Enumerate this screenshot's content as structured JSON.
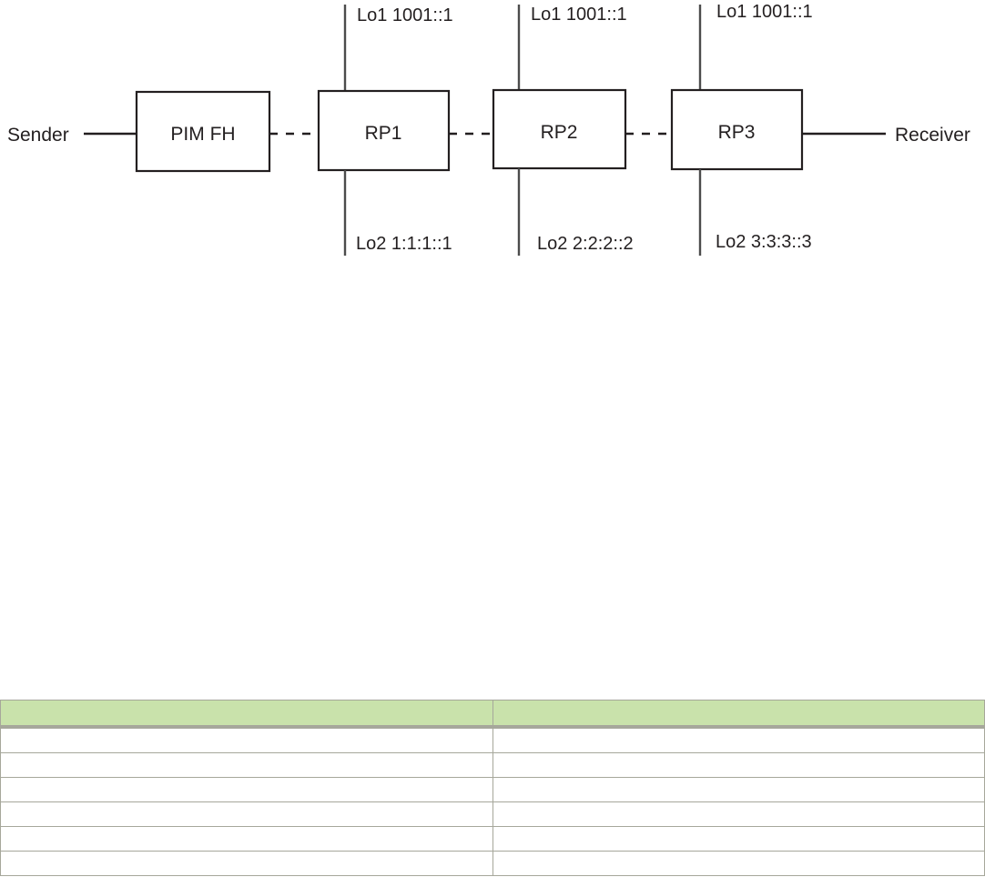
{
  "diagram": {
    "type": "network-topology",
    "endpoints": {
      "left": "Sender",
      "right": "Receiver"
    },
    "nodes": [
      {
        "id": "pimfh",
        "label": "PIM FH",
        "loopback1": "",
        "loopback2": ""
      },
      {
        "id": "rp1",
        "label": "RP1",
        "loopback1": "Lo1 1001::1",
        "loopback2": "Lo2 1:1:1::1"
      },
      {
        "id": "rp2",
        "label": "RP2",
        "loopback1": "Lo1 1001::1",
        "loopback2": "Lo2 2:2:2::2"
      },
      {
        "id": "rp3",
        "label": "RP3",
        "loopback1": "Lo1 1001::1",
        "loopback2": "Lo2 3:3:3::3"
      }
    ]
  },
  "table": {
    "header": [
      "",
      ""
    ],
    "rows": [
      [
        "",
        ""
      ],
      [
        "",
        ""
      ],
      [
        "",
        ""
      ],
      [
        "",
        ""
      ],
      [
        "",
        ""
      ],
      [
        "",
        ""
      ]
    ],
    "colors": {
      "header_background": "#c9e2ab",
      "border": "#a6a79b",
      "cell_background": "#ffffff"
    }
  }
}
